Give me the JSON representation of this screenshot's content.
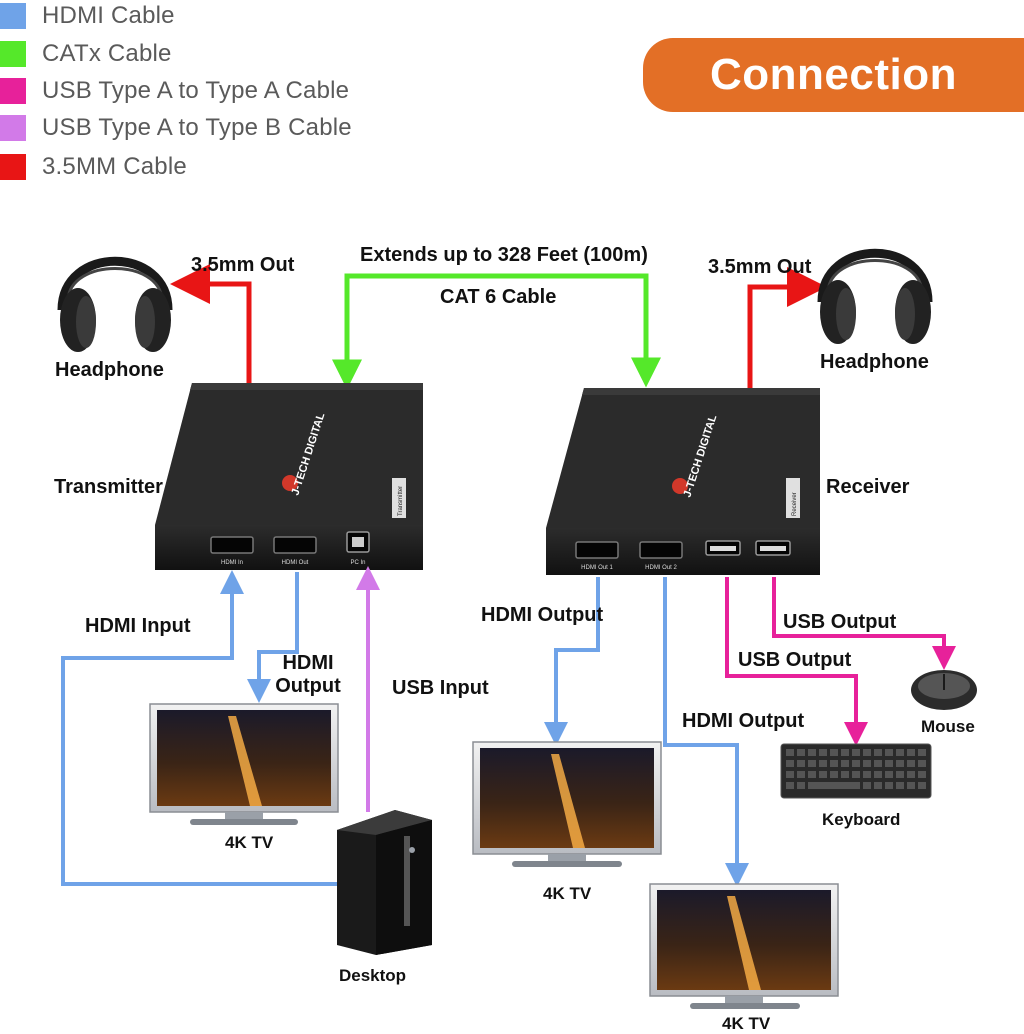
{
  "legend": [
    {
      "label": "HDMI Cable",
      "color": "#6fa3e8"
    },
    {
      "label": "CATx Cable",
      "color": "#55e82a"
    },
    {
      "label": "USB Type A to Type A Cable",
      "color": "#e7219a"
    },
    {
      "label": "USB Type A to Type B Cable",
      "color": "#d27ae8"
    },
    {
      "label": "3.5MM Cable",
      "color": "#e81515"
    }
  ],
  "banner": {
    "title": "Connection"
  },
  "labels": {
    "extends": "Extends up to 328 Feet (100m)",
    "cat6": "CAT 6 Cable",
    "out_left": "3.5mm Out",
    "out_right": "3.5mm Out",
    "headphone_left": "Headphone",
    "headphone_right": "Headphone",
    "transmitter": "Transmitter",
    "receiver": "Receiver",
    "hdmi_input": "HDMI Input",
    "hdmi_output_left_1": "HDMI",
    "hdmi_output_left_2": "Output",
    "usb_input": "USB Input",
    "hdmi_output_r1": "HDMI Output",
    "hdmi_output_r2": "HDMI Output",
    "usb_output_1": "USB Output",
    "usb_output_2": "USB Output",
    "mouse": "Mouse",
    "keyboard": "Keyboard",
    "tv_left": "4K TV",
    "tv_mid": "4K TV",
    "tv_right": "4K TV",
    "desktop": "Desktop"
  },
  "devices": {
    "brand": "J-TECH DIGITAL",
    "tx_ports": [
      "HDMI In",
      "HDMI Out",
      "PC In"
    ],
    "rx_ports": [
      "HDMI Out 1",
      "HDMI Out 2"
    ],
    "tx_tag": "Transmitter",
    "rx_tag": "Receiver"
  },
  "colors": {
    "hdmi": "#6fa3e8",
    "catx": "#55e82a",
    "usb_aa": "#e7219a",
    "usb_ab": "#d27ae8",
    "audio": "#e81515",
    "banner": "#e36f26"
  }
}
